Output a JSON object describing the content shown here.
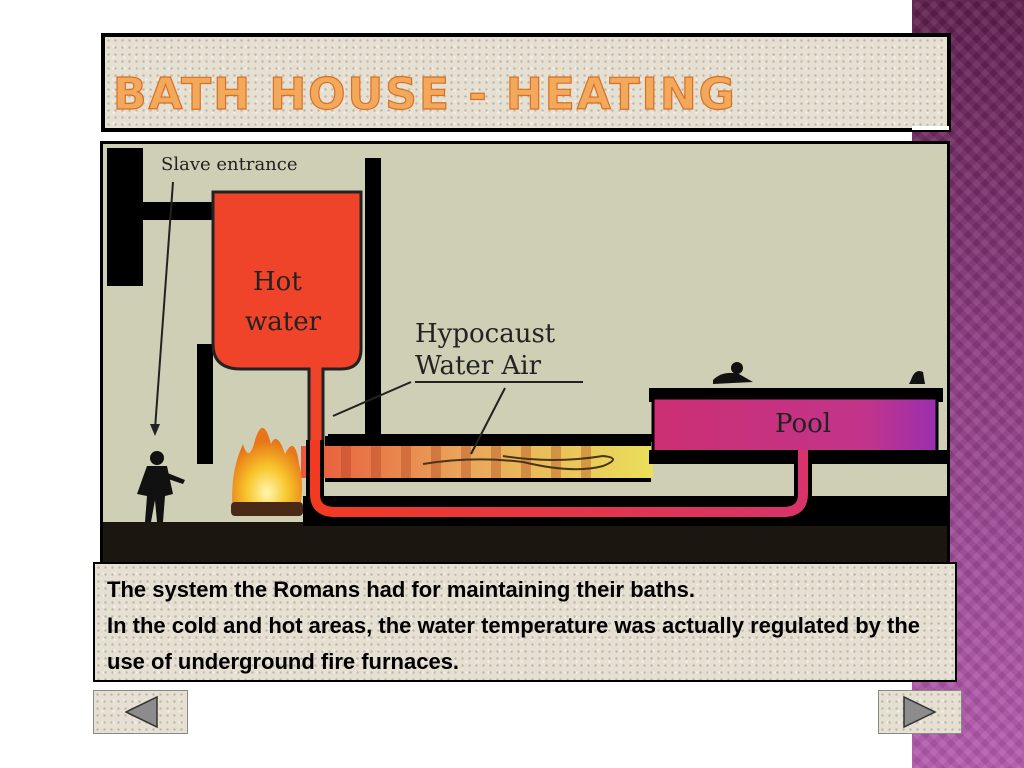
{
  "slide": {
    "title": "Bath House - Heating"
  },
  "diagram": {
    "labels": {
      "slave_entrance": "Slave entrance",
      "hot": "Hot",
      "water": "water",
      "hypocaust": "Hypocaust",
      "water_air": "Water  Air",
      "pool": "Pool"
    }
  },
  "caption": {
    "line1": "The system the Romans had for maintaining their baths.",
    "line2": "In the cold and hot areas, the water temperature was actually regulated by the use of underground fire furnaces."
  },
  "navigation": {
    "prev_icon": "triangle-left-icon",
    "next_icon": "triangle-right-icon"
  },
  "colors": {
    "title_orange": "#f2a95c",
    "side_strip_purple": "#8a3a80",
    "tank_red": "#f0442a",
    "pool_magenta": "#c8327a",
    "background_olive": "#cfcfb5"
  }
}
